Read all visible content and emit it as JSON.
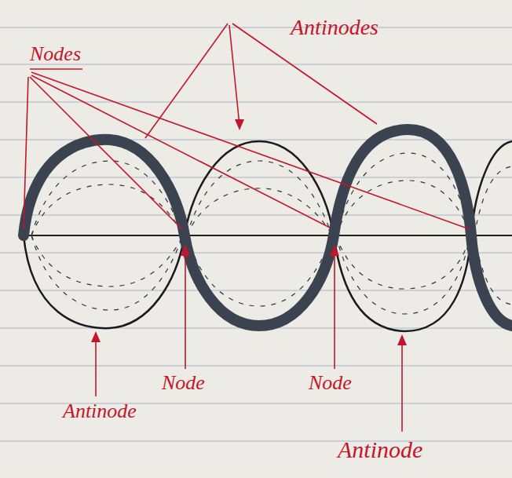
{
  "diagram": {
    "labels": [
      "Nodes",
      "Antinodes",
      "Node",
      "Node",
      "Antinode",
      "Antinode"
    ]
  }
}
